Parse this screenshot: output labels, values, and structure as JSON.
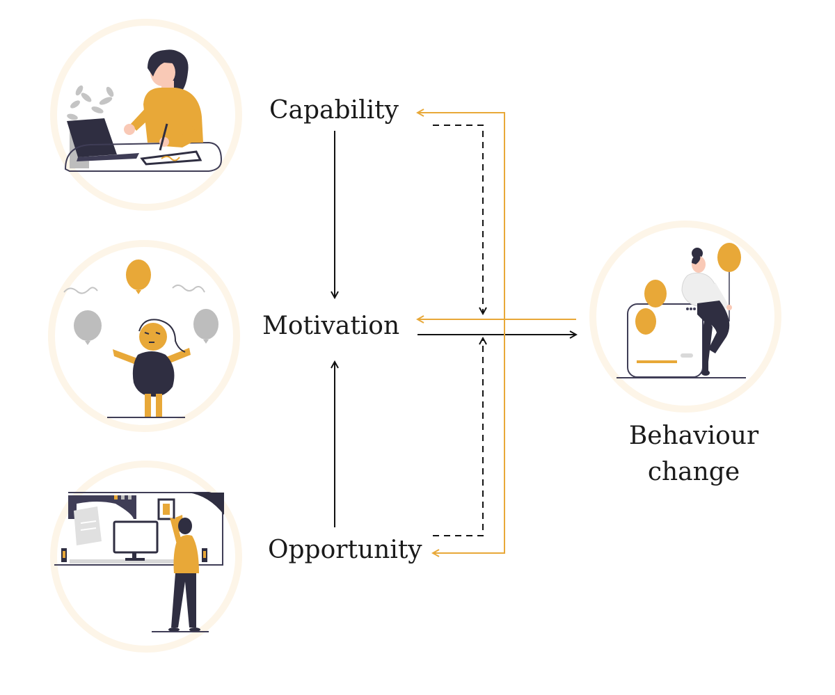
{
  "nodes": {
    "capability": "Capability",
    "motivation": "Motivation",
    "opportunity": "Opportunity",
    "behaviour_line1": "Behaviour",
    "behaviour_line2": "change"
  },
  "colors": {
    "accent": "#e8a838",
    "dark": "#2f2e41",
    "line": "#111111",
    "skin": "#f9c9b6",
    "grey": "#bdbdbd",
    "circle_ring": "#fdf5e8"
  },
  "icons": {
    "capability": "person-at-desk-icon",
    "motivation": "person-juggling-balloons-icon",
    "opportunity": "person-at-board-icon",
    "behaviour": "woman-with-balloons-icon"
  }
}
